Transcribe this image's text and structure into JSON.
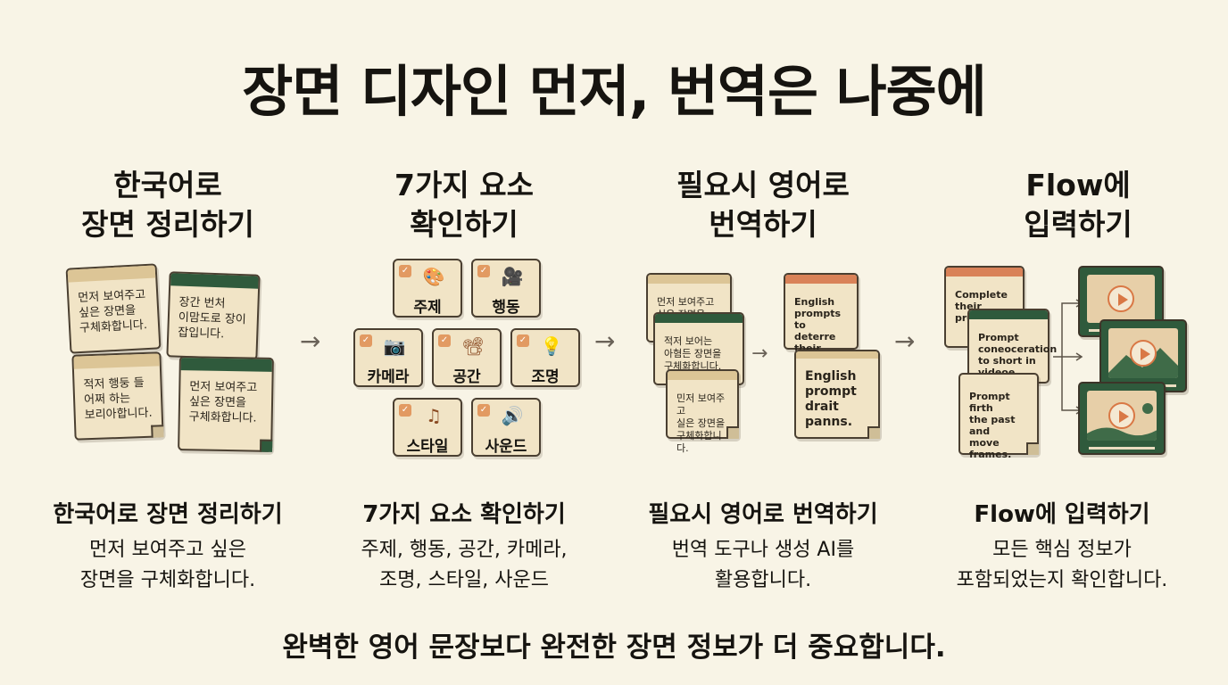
{
  "title": "장면 디자인 먼저, 번역은 나중에",
  "steps": [
    {
      "heading": [
        "한국어로",
        "장면 정리하기"
      ],
      "caption_title": "한국어로 장면 정리하기",
      "caption_desc": [
        "먼저 보여주고 싶은",
        "장면을 구체화합니다."
      ],
      "notes": [
        [
          "먼저 보여주고",
          "싶은 장면을",
          "구체화합니다."
        ],
        [
          "장간 번처",
          "이맘도로 장이",
          "잡입니다."
        ],
        [
          "적저 행둥 들",
          "어쩌 하는",
          "보리아합니다."
        ],
        [
          "먼저 보여주고",
          "싶은 장면을",
          "구체화합니다."
        ]
      ]
    },
    {
      "heading": [
        "7가지 요소",
        "확인하기"
      ],
      "caption_title": "7가지 요소 확인하기",
      "caption_desc": [
        "주제, 행동, 공간, 카메라,",
        "조명, 스타일, 사운드"
      ],
      "elements": [
        {
          "label": "주제",
          "icon": "palette-icon",
          "glyph": "🎨"
        },
        {
          "label": "행동",
          "icon": "video-camera-icon",
          "glyph": "🎥"
        },
        {
          "label": "카메라",
          "icon": "camera-icon",
          "glyph": "📷"
        },
        {
          "label": "공간",
          "icon": "projector-icon",
          "glyph": "📽"
        },
        {
          "label": "조명",
          "icon": "lightbulb-icon",
          "glyph": "💡"
        },
        {
          "label": "스타일",
          "icon": "music-note-icon",
          "glyph": "♫"
        },
        {
          "label": "사운드",
          "icon": "speaker-icon",
          "glyph": "🔊"
        }
      ]
    },
    {
      "heading": [
        "필요시 영어로",
        "번역하기"
      ],
      "caption_title": "필요시 영어로 번역하기",
      "caption_desc": [
        "번역 도구나 생성 AI를",
        "활용합니다."
      ],
      "korean_notes": [
        [
          "먼저 보여주고",
          "싶은 장면을"
        ],
        [
          "적저 보어는",
          "아혐든 장면을",
          "구체화합니다."
        ],
        [
          "민저 보여주고",
          "실은 장면을",
          "구체화합니다."
        ]
      ],
      "english_notes": [
        [
          "English",
          "prompts to",
          "deterre",
          "their pamns."
        ],
        [
          "English",
          "prompt",
          "drait panns."
        ]
      ]
    },
    {
      "heading": [
        "Flow에",
        "입력하기"
      ],
      "caption_title": "Flow에 입력하기",
      "caption_desc": [
        "모든 핵심 정보가",
        "포함되었는지 확인합니다."
      ],
      "prompt_notes": [
        [
          "Complete their",
          "prompts."
        ],
        [
          "Prompt",
          "coneoceration",
          "to short in",
          "videoe frames."
        ],
        [
          "Prompt firth",
          "the past and",
          "move frames."
        ]
      ]
    }
  ],
  "bottom_note": "완벽한 영어 문장보다 완전한 장면 정보가 더 중요합니다.",
  "colors": {
    "background": "#f8f4e6",
    "paper": "#f1e4c6",
    "green": "#2f5a3c",
    "orange": "#d98258",
    "tan": "#dcc596"
  }
}
